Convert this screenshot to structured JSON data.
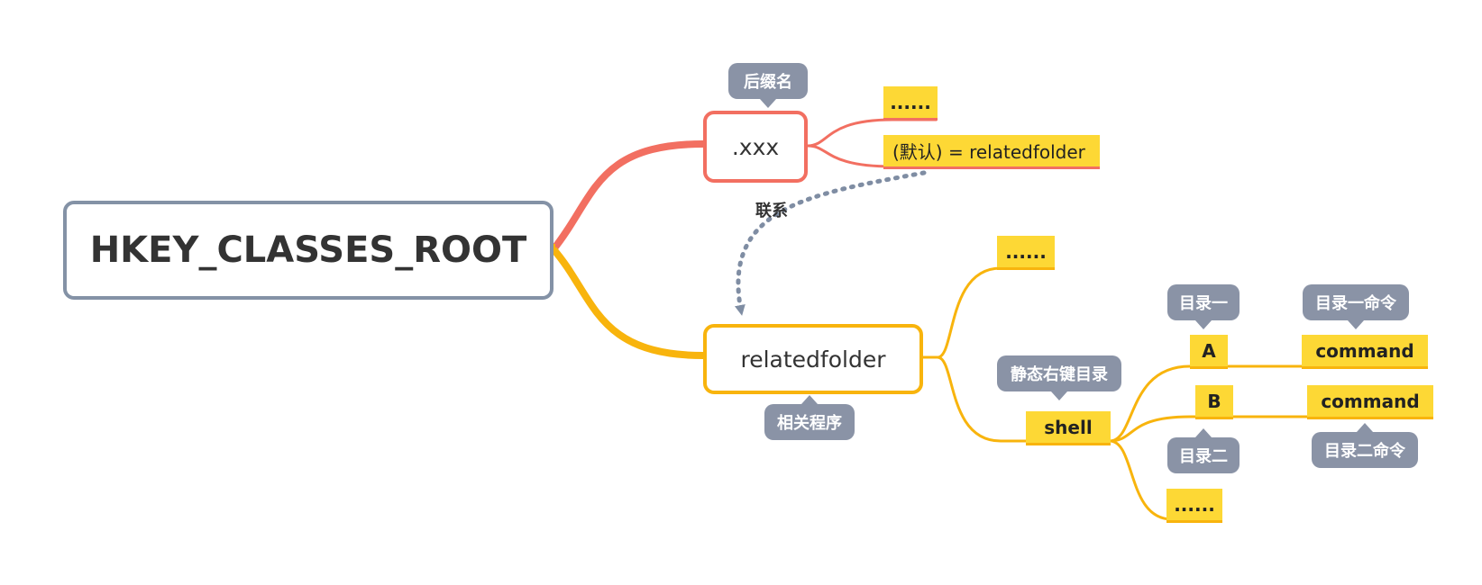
{
  "root": {
    "label": "HKEY_CLASSES_ROOT"
  },
  "ext_node": {
    "label": ".xxx",
    "tag": "后缀名",
    "children": [
      "......",
      "(默认) = relatedfolder"
    ]
  },
  "relation": {
    "label": "联系"
  },
  "folder_node": {
    "label": "relatedfolder",
    "tag": "相关程序",
    "top_child": "......",
    "shell": {
      "label": "shell",
      "tag": "静态右键目录",
      "entries": [
        {
          "label": "A",
          "tag": "目录一",
          "command": "command",
          "command_tag": "目录一命令"
        },
        {
          "label": "B",
          "tag": "目录二",
          "command": "command",
          "command_tag": "目录二命令"
        }
      ],
      "more": "......"
    }
  },
  "colors": {
    "red_branch": "#f26f61",
    "yellow_branch": "#f8b40d",
    "leaf_fill": "#fdd835",
    "tag_fill": "#8a93a6",
    "root_border": "#8492a6",
    "dotted_link": "#7f8da3"
  }
}
